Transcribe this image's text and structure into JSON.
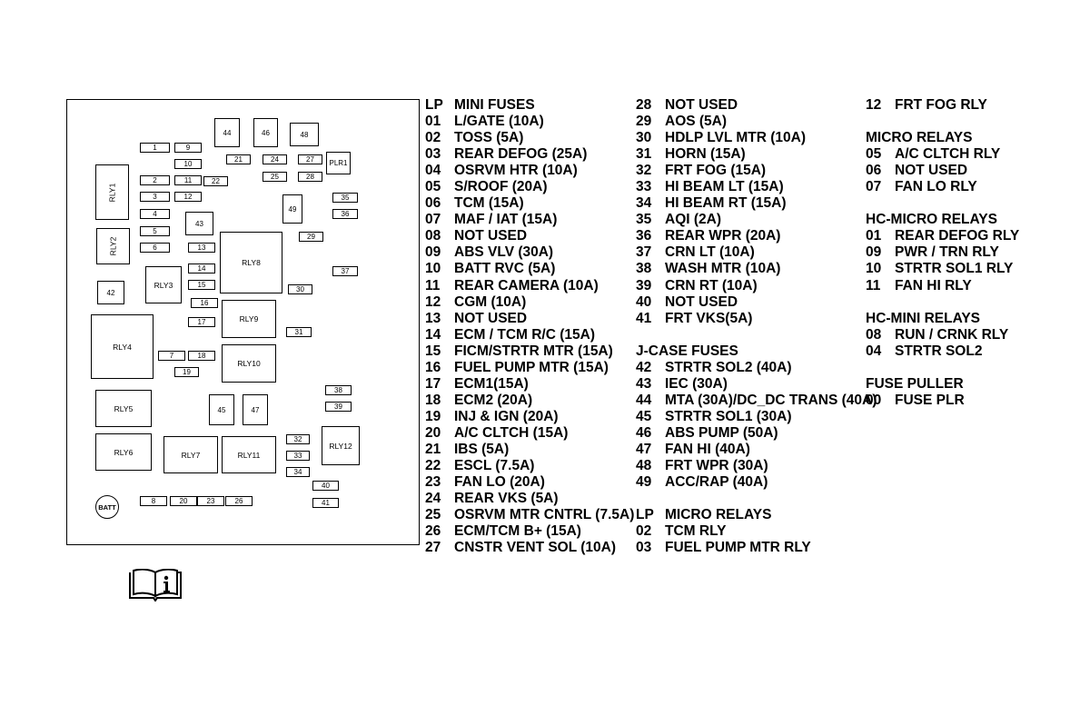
{
  "diagram": {
    "boxes": [
      {
        "label": "1",
        "kind": "fuse"
      },
      {
        "label": "9",
        "kind": "fuse"
      },
      {
        "label": "44",
        "kind": "fuse"
      },
      {
        "label": "46",
        "kind": "fuse"
      },
      {
        "label": "48",
        "kind": "fuse"
      },
      {
        "label": "10",
        "kind": "fuse"
      },
      {
        "label": "21",
        "kind": "fuse"
      },
      {
        "label": "24",
        "kind": "fuse"
      },
      {
        "label": "27",
        "kind": "fuse"
      },
      {
        "label": "PLR1",
        "kind": "puller"
      },
      {
        "label": "RLY1",
        "kind": "relay"
      },
      {
        "label": "25",
        "kind": "fuse"
      },
      {
        "label": "28",
        "kind": "fuse"
      },
      {
        "label": "2",
        "kind": "fuse"
      },
      {
        "label": "11",
        "kind": "fuse"
      },
      {
        "label": "22",
        "kind": "fuse"
      },
      {
        "label": "3",
        "kind": "fuse"
      },
      {
        "label": "12",
        "kind": "fuse"
      },
      {
        "label": "49",
        "kind": "fuse"
      },
      {
        "label": "35",
        "kind": "fuse"
      },
      {
        "label": "36",
        "kind": "fuse"
      },
      {
        "label": "4",
        "kind": "fuse"
      },
      {
        "label": "43",
        "kind": "fuse"
      },
      {
        "label": "5",
        "kind": "fuse"
      },
      {
        "label": "RLY2",
        "kind": "relay"
      },
      {
        "label": "29",
        "kind": "fuse"
      },
      {
        "label": "6",
        "kind": "fuse"
      },
      {
        "label": "13",
        "kind": "fuse"
      },
      {
        "label": "RLY8",
        "kind": "relay"
      },
      {
        "label": "14",
        "kind": "fuse"
      },
      {
        "label": "37",
        "kind": "fuse"
      },
      {
        "label": "RLY3",
        "kind": "relay"
      },
      {
        "label": "15",
        "kind": "fuse"
      },
      {
        "label": "42",
        "kind": "fuse"
      },
      {
        "label": "30",
        "kind": "fuse"
      },
      {
        "label": "16",
        "kind": "fuse"
      },
      {
        "label": "RLY9",
        "kind": "relay"
      },
      {
        "label": "17",
        "kind": "fuse"
      },
      {
        "label": "31",
        "kind": "fuse"
      },
      {
        "label": "RLY4",
        "kind": "relay"
      },
      {
        "label": "7",
        "kind": "fuse"
      },
      {
        "label": "18",
        "kind": "fuse"
      },
      {
        "label": "RLY10",
        "kind": "relay"
      },
      {
        "label": "19",
        "kind": "fuse"
      },
      {
        "label": "38",
        "kind": "fuse"
      },
      {
        "label": "RLY5",
        "kind": "relay"
      },
      {
        "label": "45",
        "kind": "fuse"
      },
      {
        "label": "47",
        "kind": "fuse"
      },
      {
        "label": "39",
        "kind": "fuse"
      },
      {
        "label": "32",
        "kind": "fuse"
      },
      {
        "label": "RLY12",
        "kind": "relay"
      },
      {
        "label": "RLY6",
        "kind": "relay"
      },
      {
        "label": "RLY7",
        "kind": "relay"
      },
      {
        "label": "RLY11",
        "kind": "relay"
      },
      {
        "label": "33",
        "kind": "fuse"
      },
      {
        "label": "34",
        "kind": "fuse"
      },
      {
        "label": "40",
        "kind": "fuse"
      },
      {
        "label": "BATT",
        "kind": "battery"
      },
      {
        "label": "8",
        "kind": "fuse"
      },
      {
        "label": "20",
        "kind": "fuse"
      },
      {
        "label": "23",
        "kind": "fuse"
      },
      {
        "label": "26",
        "kind": "fuse"
      },
      {
        "label": "41",
        "kind": "fuse"
      }
    ]
  },
  "legend": {
    "col1": [
      {
        "code": "LP",
        "desc": "MINI FUSES"
      },
      {
        "code": "01",
        "desc": "L/GATE (10A)"
      },
      {
        "code": "02",
        "desc": "TOSS (5A)"
      },
      {
        "code": "03",
        "desc": "REAR DEFOG (25A)"
      },
      {
        "code": "04",
        "desc": "OSRVM HTR (10A)"
      },
      {
        "code": "05",
        "desc": "S/ROOF (20A)"
      },
      {
        "code": "06",
        "desc": "TCM (15A)"
      },
      {
        "code": "07",
        "desc": "MAF / IAT (15A)"
      },
      {
        "code": "08",
        "desc": "NOT USED"
      },
      {
        "code": "09",
        "desc": "ABS VLV (30A)"
      },
      {
        "code": "10",
        "desc": "BATT RVC (5A)"
      },
      {
        "code": "11",
        "desc": "REAR CAMERA (10A)"
      },
      {
        "code": "12",
        "desc": "CGM (10A)"
      },
      {
        "code": "13",
        "desc": "NOT USED"
      },
      {
        "code": "14",
        "desc": "ECM / TCM R/C (15A)"
      },
      {
        "code": "15",
        "desc": "FICM/STRTR MTR (15A)"
      },
      {
        "code": "16",
        "desc": "FUEL PUMP MTR (15A)"
      },
      {
        "code": "17",
        "desc": "ECM1(15A)"
      },
      {
        "code": "18",
        "desc": "ECM2 (20A)"
      },
      {
        "code": "19",
        "desc": "INJ & IGN (20A)"
      },
      {
        "code": "20",
        "desc": "A/C CLTCH (15A)"
      },
      {
        "code": "21",
        "desc": "IBS (5A)"
      },
      {
        "code": "22",
        "desc": "ESCL (7.5A)"
      },
      {
        "code": "23",
        "desc": "FAN LO (20A)"
      },
      {
        "code": "24",
        "desc": "REAR VKS (5A)"
      },
      {
        "code": "25",
        "desc": "OSRVM MTR CNTRL (7.5A)"
      },
      {
        "code": "26",
        "desc": "ECM/TCM B+ (15A)"
      },
      {
        "code": "27",
        "desc": "CNSTR VENT SOL (10A)"
      }
    ],
    "col2": [
      {
        "code": "28",
        "desc": "NOT USED"
      },
      {
        "code": "29",
        "desc": "AOS (5A)"
      },
      {
        "code": "30",
        "desc": "HDLP LVL MTR (10A)"
      },
      {
        "code": "31",
        "desc": "HORN (15A)"
      },
      {
        "code": "32",
        "desc": "FRT FOG (15A)"
      },
      {
        "code": "33",
        "desc": "HI BEAM LT (15A)"
      },
      {
        "code": "34",
        "desc": "HI BEAM RT (15A)"
      },
      {
        "code": "35",
        "desc": "AQI (2A)"
      },
      {
        "code": "36",
        "desc": "REAR WPR (20A)"
      },
      {
        "code": "37",
        "desc": "CRN LT (10A)"
      },
      {
        "code": "38",
        "desc": "WASH MTR (10A)"
      },
      {
        "code": "39",
        "desc": "CRN RT (10A)"
      },
      {
        "code": "40",
        "desc": "NOT USED"
      },
      {
        "code": "41",
        "desc": "FRT VKS(5A)"
      },
      {
        "code": "",
        "desc": ""
      },
      {
        "code": "",
        "desc": "J-CASE FUSES",
        "heading": true
      },
      {
        "code": "42",
        "desc": "STRTR SOL2 (40A)"
      },
      {
        "code": "43",
        "desc": "IEC (30A)"
      },
      {
        "code": "44",
        "desc": "MTA (30A)/DC_DC TRANS (40A)"
      },
      {
        "code": "45",
        "desc": "STRTR SOL1 (30A)"
      },
      {
        "code": "46",
        "desc": "ABS PUMP (50A)"
      },
      {
        "code": "47",
        "desc": "FAN HI (40A)"
      },
      {
        "code": "48",
        "desc": "FRT WPR (30A)"
      },
      {
        "code": "49",
        "desc": "ACC/RAP (40A)"
      },
      {
        "code": "",
        "desc": ""
      },
      {
        "code": "",
        "desc": "MICRO RELAYS",
        "heading": true,
        "prefix": "LP"
      },
      {
        "code": "02",
        "desc": "TCM RLY"
      },
      {
        "code": "03",
        "desc": "FUEL PUMP MTR RLY"
      }
    ],
    "col3": [
      {
        "code": "12",
        "desc": "FRT FOG RLY"
      },
      {
        "code": "",
        "desc": ""
      },
      {
        "code": "",
        "desc": "MICRO RELAYS",
        "heading": true
      },
      {
        "code": "05",
        "desc": "A/C CLTCH RLY"
      },
      {
        "code": "06",
        "desc": "NOT USED"
      },
      {
        "code": "07",
        "desc": "FAN LO RLY"
      },
      {
        "code": "",
        "desc": ""
      },
      {
        "code": "",
        "desc": "HC-MICRO RELAYS",
        "heading": true
      },
      {
        "code": "01",
        "desc": "REAR DEFOG RLY"
      },
      {
        "code": "09",
        "desc": "PWR / TRN RLY"
      },
      {
        "code": "10",
        "desc": "STRTR SOL1 RLY"
      },
      {
        "code": "11",
        "desc": "FAN HI RLY"
      },
      {
        "code": "",
        "desc": ""
      },
      {
        "code": "",
        "desc": "HC-MINI RELAYS",
        "heading": true
      },
      {
        "code": "08",
        "desc": "RUN / CRNK RLY"
      },
      {
        "code": "04",
        "desc": "STRTR SOL2"
      },
      {
        "code": "",
        "desc": ""
      },
      {
        "code": "",
        "desc": "FUSE PULLER",
        "heading": true
      },
      {
        "code": "00",
        "desc": "FUSE PLR"
      }
    ]
  }
}
